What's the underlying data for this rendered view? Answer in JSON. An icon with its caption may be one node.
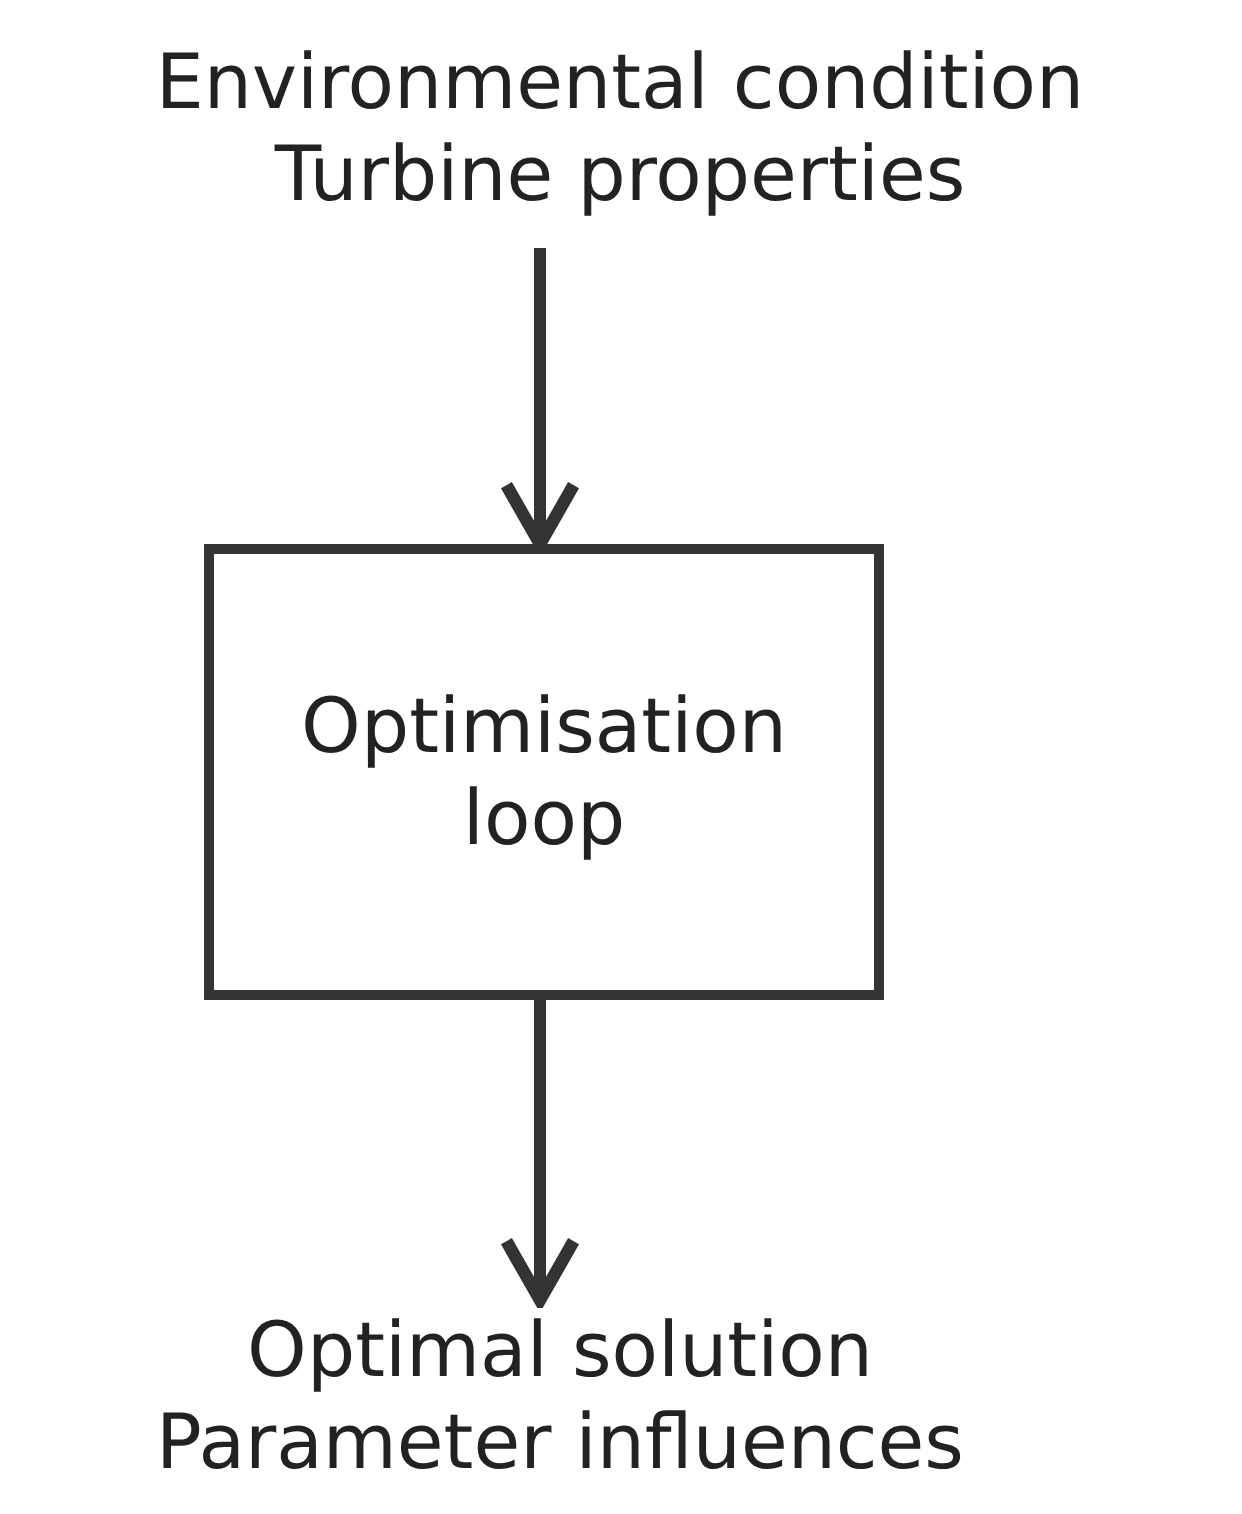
{
  "diagram": {
    "nodes": [
      {
        "text": [
          "Environmental condition",
          "Turbine properties"
        ]
      },
      {
        "text": [
          "Optimisation loop"
        ]
      },
      {
        "text": [
          "Optimal solution",
          "Parameter influences"
        ]
      }
    ],
    "edges": [
      {
        "from": 0,
        "to": 1,
        "arrow": "to"
      },
      {
        "from": 1,
        "to": 2,
        "arrow": "to"
      }
    ]
  }
}
